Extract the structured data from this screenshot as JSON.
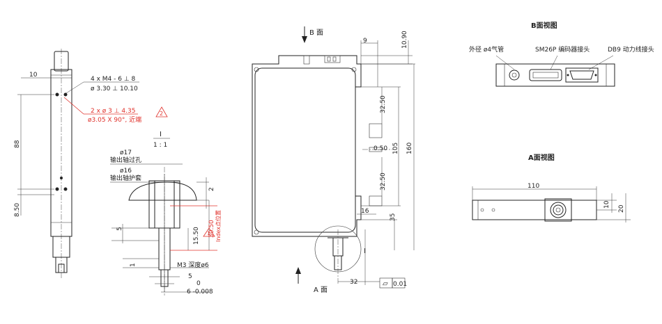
{
  "view_b": {
    "title": "B面视图",
    "label_air": "外径 ø4气管",
    "label_enc": "SM26P 编码器接头",
    "label_db9": "DB9 动力线接头"
  },
  "view_a": {
    "title": "A面视图",
    "dim_110": "110",
    "dim_10": "10",
    "dim_20": "20"
  },
  "side": {
    "dim_10": "10",
    "dim_88": "88",
    "dim_850": "8.50",
    "note_m4": "4 x M4 - 6 ⊥ 8",
    "note_m4_cb": "ø 3.30 ⊥ 10.10",
    "note_hole": "2 x ø 3 ⊥ 4.35",
    "note_hole_cb": "ø3.05 X 90°, 近端",
    "rev_2": "2"
  },
  "detail": {
    "title": "I",
    "scale": "1 : 1",
    "d17": "ø17",
    "d17_txt": "输出轴过孔",
    "d16": "ø16",
    "d16_txt": "输出轴护套",
    "dim_2": "2",
    "dim_3050": "30.50",
    "dim_index": "Index点位置",
    "dim_1550": "15.50",
    "dim_5": "5",
    "dim_1": "1",
    "m3": "M3 深度ø6",
    "dim_5b": "5",
    "dim_0": "0",
    "dim_6": "6 -0.008",
    "rev_1": "1"
  },
  "main": {
    "b_face": "B 面",
    "a_face": "A 面",
    "dim_9": "9",
    "dim_1090": "10.90",
    "dim_3250a": "32.50",
    "dim_050": "0.50",
    "dim_105": "105",
    "dim_160": "160",
    "dim_3250b": "32.50",
    "dim_16": "16",
    "dim_35": "35",
    "dim_32": "32",
    "callout_i": "I",
    "flat_sym": "▱",
    "flat_val": "0.01"
  }
}
